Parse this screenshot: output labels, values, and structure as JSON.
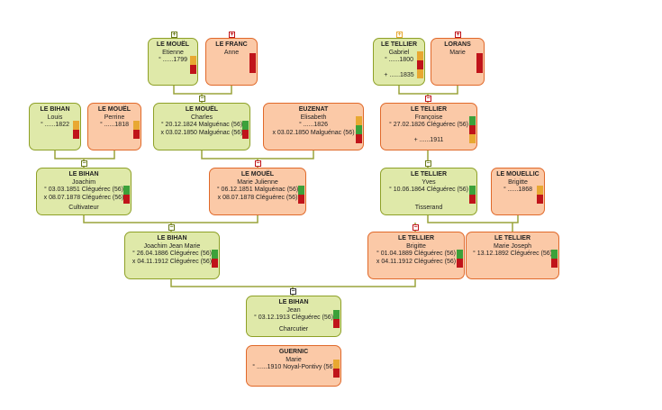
{
  "colors": {
    "male_bg": "#dfe9a9",
    "male_border": "#8ea027",
    "female_bg": "#fbc9a7",
    "female_border": "#e0692a",
    "line": "#9aa33a",
    "flag_orange": "#e8a832",
    "flag_red": "#c0141a",
    "flag_green": "#3ca13a"
  },
  "persons": [
    {
      "id": "p1",
      "sex": "m",
      "surname": "LE MOUËL",
      "given": "Etienne",
      "lines": [
        "° ......1799"
      ],
      "occupation": "",
      "flags": [
        "orange",
        "red"
      ],
      "toggle": "+"
    },
    {
      "id": "p2",
      "sex": "f",
      "surname": "LE FRANC",
      "given": "Anne",
      "lines": [],
      "occupation": "",
      "flags": [
        "red"
      ],
      "toggle": "+"
    },
    {
      "id": "p3",
      "sex": "m",
      "surname": "LE TELLIER",
      "given": "Gabriel",
      "lines": [
        "° ......1800",
        "",
        "+ ......1835"
      ],
      "occupation": "",
      "flags": [
        "orange",
        "red",
        "orange"
      ],
      "toggle": "+"
    },
    {
      "id": "p4",
      "sex": "f",
      "surname": "LORANS",
      "given": "Marie",
      "lines": [],
      "occupation": "",
      "flags": [
        "red"
      ],
      "toggle": "+"
    },
    {
      "id": "p5",
      "sex": "m",
      "surname": "LE BIHAN",
      "given": "Louis",
      "lines": [
        "° ......1822"
      ],
      "occupation": "",
      "flags": [
        "orange",
        "red"
      ],
      "toggle": ""
    },
    {
      "id": "p6",
      "sex": "f",
      "surname": "LE MOUËL",
      "given": "Perrine",
      "lines": [
        "° ......1818"
      ],
      "occupation": "",
      "flags": [
        "orange",
        "red"
      ],
      "toggle": ""
    },
    {
      "id": "p7",
      "sex": "m",
      "surname": "LE MOUËL",
      "given": "Charles",
      "lines": [
        "° 20.12.1824 Malguénac (56)",
        "x 03.02.1850 Malguénac (56)"
      ],
      "occupation": "",
      "flags": [
        "green",
        "red"
      ],
      "toggle": "−"
    },
    {
      "id": "p8",
      "sex": "f",
      "surname": "EUZENAT",
      "given": "Elisabeth",
      "lines": [
        "° ......1826",
        "x 03.02.1850 Malguénac (56)"
      ],
      "occupation": "",
      "flags": [
        "orange",
        "green",
        "red"
      ],
      "toggle": ""
    },
    {
      "id": "p9",
      "sex": "f",
      "surname": "LE TELLIER",
      "given": "Françoise",
      "lines": [
        "° 27.02.1826 Cléguérec (56)",
        "",
        "+ ......1911"
      ],
      "occupation": "",
      "flags": [
        "green",
        "red",
        "orange"
      ],
      "toggle": "−"
    },
    {
      "id": "p10",
      "sex": "m",
      "surname": "LE BIHAN",
      "given": "Joachim",
      "lines": [
        "° 03.03.1851 Cléguérec (56)",
        "x 08.07.1878 Cléguérec (56)"
      ],
      "occupation": "Cultivateur",
      "flags": [
        "green",
        "red"
      ],
      "toggle": "−"
    },
    {
      "id": "p11",
      "sex": "f",
      "surname": "LE MOUËL",
      "given": "Marie Julienne",
      "lines": [
        "° 06.12.1851 Malguénac (56)",
        "x 08.07.1878 Cléguérec (56)"
      ],
      "occupation": "",
      "flags": [
        "green",
        "red"
      ],
      "toggle": "−"
    },
    {
      "id": "p12",
      "sex": "m",
      "surname": "LE TELLIER",
      "given": "Yves",
      "lines": [
        "° 10.06.1864 Cléguérec (56)"
      ],
      "occupation": "Tisserand",
      "flags": [
        "green",
        "red"
      ],
      "toggle": "−"
    },
    {
      "id": "p13",
      "sex": "f",
      "surname": "LE MOUELLIC",
      "given": "Brigitte",
      "lines": [
        "° ......1868"
      ],
      "occupation": "",
      "flags": [
        "orange",
        "red"
      ],
      "toggle": ""
    },
    {
      "id": "p14",
      "sex": "m",
      "surname": "LE BIHAN",
      "given": "Joachim Jean Marie",
      "lines": [
        "° 26.04.1886 Cléguérec (56)",
        "x 04.11.1912 Cléguérec (56)"
      ],
      "occupation": "",
      "flags": [
        "green",
        "red"
      ],
      "toggle": "−"
    },
    {
      "id": "p15",
      "sex": "f",
      "surname": "LE TELLIER",
      "given": "Brigitte",
      "lines": [
        "° 01.04.1889 Cléguérec (56)",
        "x 04.11.1912 Cléguérec (56)"
      ],
      "occupation": "",
      "flags": [
        "green",
        "red"
      ],
      "toggle": "−"
    },
    {
      "id": "p16",
      "sex": "f",
      "surname": "LE TELLIER",
      "given": "Marie Joseph",
      "lines": [
        "° 13.12.1892 Cléguérec (56)"
      ],
      "occupation": "",
      "flags": [
        "green",
        "red"
      ],
      "toggle": ""
    },
    {
      "id": "p17",
      "sex": "m",
      "surname": "LE BIHAN",
      "given": "Jean",
      "lines": [
        "° 03.12.1913 Cléguérec (56)"
      ],
      "occupation": "Charcutier",
      "flags": [
        "green",
        "red"
      ],
      "toggle": "−"
    },
    {
      "id": "p18",
      "sex": "f",
      "surname": "GUERNIC",
      "given": "Marie",
      "lines": [
        "° ......1910 Noyal-Pontivy (56)"
      ],
      "occupation": "",
      "flags": [
        "orange",
        "red"
      ],
      "toggle": ""
    }
  ]
}
